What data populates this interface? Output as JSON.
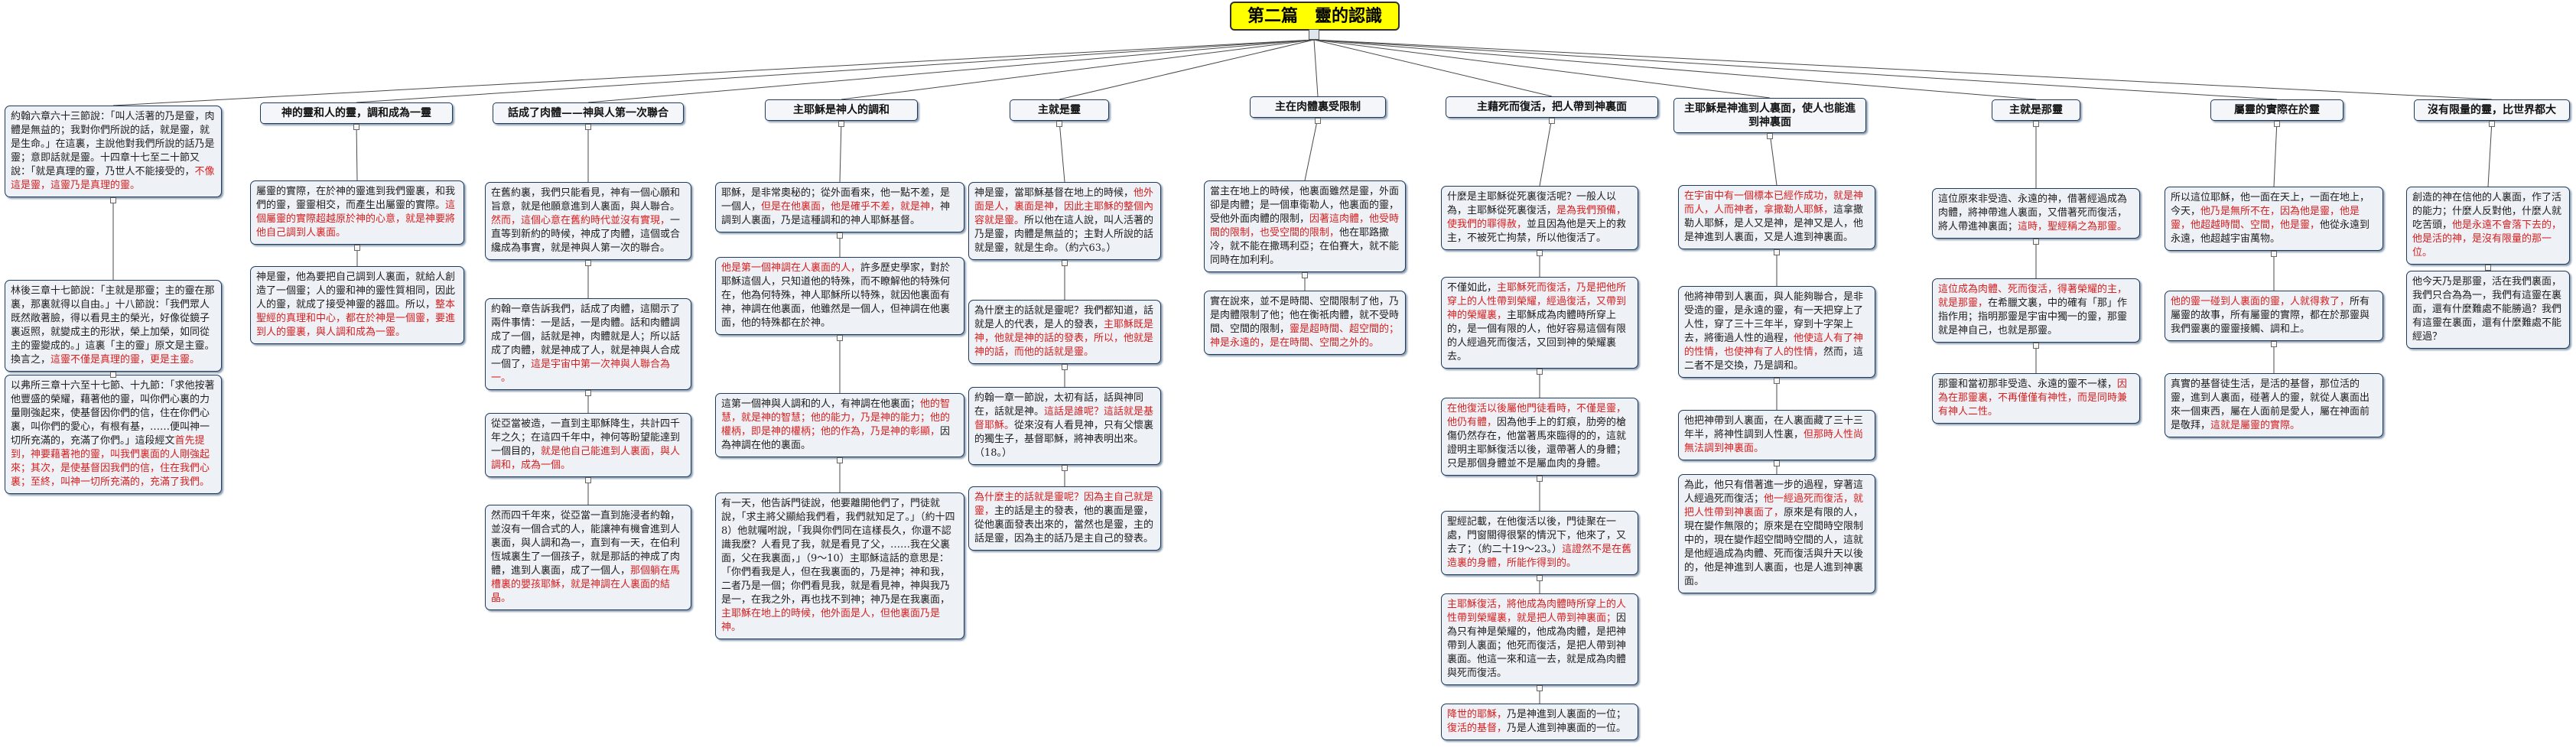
{
  "title": "第二篇　靈的認識",
  "branches": [
    {
      "notes": [
        {
          "segments": [
            {
              "t": "約翰六章六十三節說：「叫人活著的乃是靈，肉體是無益的；我對你們所說的話，就是靈，就是生命。」在這裏，主說他對我們所說的話乃是靈；意即話就是靈。十四章十七至二十節又說：「就是真理的靈，乃世人不能接受的，"
            },
            {
              "t": "不像這是靈，這靈乃是真理的靈。",
              "r": true
            }
          ]
        },
        {
          "segments": [
            {
              "t": "林後三章十七節說：「主就是那靈；主的靈在那裏，那裏就得以自由。」十八節說：「我們眾人既然敞著臉，得以看見主的榮光，好像從鏡子裏返照，就變成主的形狀，榮上加榮，如同從主的靈變成的。」這裏「主的靈」原文是主靈。換言之，"
            },
            {
              "t": "這靈不僅是真理的靈，更是主靈。",
              "r": true
            }
          ]
        },
        {
          "segments": [
            {
              "t": "以弗所三章十六至十七節、十九節：「求他按著他豐盛的榮耀，藉著他的靈，叫你們心裏的力量剛強起來，使基督因你們的信，住在你們心裏，叫你們的愛心，有根有基，……便叫神一切所充滿的，充滿了你們。」這段經文"
            },
            {
              "t": "首先提到，神要藉著祂的靈，叫我們裏面的人剛強起來；其次，是使基督因我們的信，住在我們心裏；至終，叫神一切所充滿的，充滿了我們。",
              "r": true
            }
          ]
        }
      ]
    },
    {
      "heading": "神的靈和人的靈，調和成為一靈",
      "notes": [
        {
          "segments": [
            {
              "t": "屬靈的實際，在於神的靈進到我們靈裏，和我們的靈，靈靈相交，而產生出屬靈的實際。"
            },
            {
              "t": "這個屬靈的實際超越原於神的心意，就是神要將他自己調到人裏面。",
              "r": true
            }
          ]
        },
        {
          "segments": [
            {
              "t": "神是靈，他為要把自己調到人裏面，就給人創造了一個靈；人的靈和神的靈性質相同，因此人的靈，就成了接受神靈的器皿。所以，"
            },
            {
              "t": "整本聖經的真理和中心，都在於神是一個靈，要進到人的靈裏，與人調和成為一靈。",
              "r": true
            }
          ]
        }
      ]
    },
    {
      "heading": "話成了肉體——神與人第一次聯合",
      "notes": [
        {
          "segments": [
            {
              "t": "在舊約裏，我們只能看見，神有一個心願和旨意，就是他願意進到人裏面，與人聯合。"
            },
            {
              "t": "然而，這個心意在舊約時代並沒有實現，",
              "r": true
            },
            {
              "t": "一直等到新約的時候，神成了肉體，這個或合纔成為事實，就是神與人第一次的聯合。"
            }
          ]
        },
        {
          "segments": [
            {
              "t": "約翰一章告訴我們，話成了肉體，這關示了兩件事情：一是話，一是肉體。話和肉體調成了一個，話就是神，肉體就是人；所以話成了肉體，就是神成了人，就是神與人合成一個了，"
            },
            {
              "t": "這是宇宙中第一次神與人聯合為一。",
              "r": true
            }
          ]
        },
        {
          "segments": [
            {
              "t": "從亞當被造，一直到主耶穌降生，共計四千年之久；在這四千年中，神何等盼望能達到一個目的，"
            },
            {
              "t": "就是他自己能進到人裏面，與人調和，成為一個。",
              "r": true
            }
          ]
        },
        {
          "segments": [
            {
              "t": "然而四千年來，從亞當一直到施浸者約翰，並沒有一個合式的人，能讓神有機會進到人裏面，與人調和為一，直到有一天，在伯利恆城裏生了一個孩子，就是那話的神成了肉體，進到人裏面，成了一個人，"
            },
            {
              "t": "那個躺在馬槽裏的嬰孩耶穌，就是神調在人裏面的結晶。",
              "r": true
            }
          ]
        }
      ]
    },
    {
      "heading": "主耶穌是神人的調和",
      "notes": [
        {
          "segments": [
            {
              "t": "耶穌，是非常奧秘的；從外面看來，他一點不差，是一個人，"
            },
            {
              "t": "但是在他裏面，他是確乎不差，就是神，",
              "r": true
            },
            {
              "t": "神調到人裏面，乃是這種調和的神人耶穌基督。"
            }
          ]
        },
        {
          "segments": [
            {
              "t": "他是第一個神調在人裏面的人，",
              "r": true
            },
            {
              "t": "許多歷史學家，對於耶穌這個人，只知道他的特殊，而不瞭解他的特殊何在，他為何特殊，神人耶穌所以特殊，就因他裏面有神，神調在他裏面，他雖然是一個人，但神調在他裏面，他的特殊都在於神。"
            }
          ]
        },
        {
          "segments": [
            {
              "t": "這第一個神與人調和的人，有神調在他裏面；"
            },
            {
              "t": "他的智慧，就是神的智慧；他的能力，乃是神的能力；他的權柄，即是神的權柄；他的作為，乃是神的彰顯，",
              "r": true
            },
            {
              "t": "因為神調在他的裏面。"
            }
          ]
        },
        {
          "segments": [
            {
              "t": "有一天，他告訴門徒說，他要離開他們了，門徒就說，「求主將父顯給我們看，我們就知足了。」（約十四8）他就囑咐說，「我與你們同在這樣長久，你還不認識我麼？人看見了我，就是看見了父，……我在父裏面，父在我裏面，」（9～10）主耶穌這話的意思是：「你們看我是人，但在我裏面的，乃是神；神和我，二者乃是一個；你們看見我，就是看見神，神與我乃是一，在我之外，再也找不到神；神乃是在我裏面，"
            },
            {
              "t": "主耶穌在地上的時候，他外面是人，但他裏面乃是神。",
              "r": true
            }
          ]
        }
      ]
    },
    {
      "heading": "主就是靈",
      "notes": [
        {
          "segments": [
            {
              "t": "神是靈，當耶穌基督在地上的時候，"
            },
            {
              "t": "他外面是人，裏面是神，因此主耶穌的整個內容就是靈。",
              "r": true
            },
            {
              "t": "所以他在這人說，叫人活著的乃是靈，肉體是無益的；主對人所說的話就是靈，就是生命。（約六63。）"
            }
          ]
        },
        {
          "segments": [
            {
              "t": "為什麼主的話就是靈呢？我們都知道，話就是人的代表，是人的發表，"
            },
            {
              "t": "主耶穌既是神，他就是神的話的發表，所以，他就是神的話，而他的話就是靈。",
              "r": true
            }
          ]
        },
        {
          "segments": [
            {
              "t": "約翰一章一節說，太初有話，話與神同在，話就是神。"
            },
            {
              "t": "這話是誰呢？這話就是基督耶穌。",
              "r": true
            },
            {
              "t": "從來沒有人看見神，只有父懷裏的獨生子，基督耶穌，將神表明出來。（18。）"
            }
          ]
        },
        {
          "segments": [
            {
              "t": "為什麼主的話就是靈呢？因為主自己就是靈，",
              "r": true
            },
            {
              "t": "主的話是主的發表，他的裏面是靈，從他裏面發表出來的，當然也是靈，主的話是靈，因為主的話乃是主自己的發表。"
            }
          ]
        }
      ]
    },
    {
      "heading": "主在肉體裏受限制",
      "notes": [
        {
          "segments": [
            {
              "t": "當主在地上的時候，他裏面雖然是靈，外面卻是肉體；是一個車衛勒人，他裏面的靈，受他外面肉體的限制，"
            },
            {
              "t": "因著這肉體，他受時間的限制，也受空間的限制，",
              "r": true
            },
            {
              "t": "他在耶路撒冷，就不能在撒瑪利亞；在伯賽大，就不能同時在加利利。"
            }
          ]
        },
        {
          "segments": [
            {
              "t": "實在說來，並不是時間、空間限制了他，乃是肉體限制了他；他在衡祇肉體，就不受時間、空間的限制，"
            },
            {
              "t": "靈是超時間、超空間的；神是永遠的，是在時間、空間之外的。",
              "r": true
            }
          ]
        }
      ]
    },
    {
      "heading": "主藉死而復活，把人帶到神裏面",
      "notes": [
        {
          "segments": [
            {
              "t": "什麼是主耶穌從死裏復活呢？一般人以為，主耶穌從死裏復活，"
            },
            {
              "t": "是為我們預備，使我們的罪得赦，",
              "r": true
            },
            {
              "t": "並且因為他是天上的救主，不被死亡拘禁，所以他復活了。"
            }
          ]
        },
        {
          "segments": [
            {
              "t": "不僅如此，"
            },
            {
              "t": "主耶穌死而復活，乃是把他所穿上的人性帶到榮耀，經過復活，又帶到神的榮耀裏，",
              "r": true
            },
            {
              "t": "主耶穌成為肉體時所穿上的，是一個有限的人，他好容易這個有限的人經過死而復活，又回到神的榮耀裏去。"
            }
          ]
        },
        {
          "segments": [
            {
              "t": "在他復活以後屬他門徒看時，不僅是靈，他仍有體，",
              "r": true
            },
            {
              "t": "因為他手上的釘痕，肋旁的槍傷仍然存在，他當著馬來臨得的的，這就證明主耶穌復活以後，還帶著人的身體；只是那個身體並不是屬血肉的身體。"
            }
          ]
        },
        {
          "segments": [
            {
              "t": "聖經記載，在他復活以後，門徒聚在一處，門窗關得很緊的情況下，他來了，又去了；（約二十19～23。）"
            },
            {
              "t": "這證然不是在舊造裏的身體，所能作得到的。",
              "r": true
            }
          ]
        },
        {
          "segments": [
            {
              "t": "主耶穌復活，將他成為肉體時所穿上的人性帶到榮耀裏，就是把人帶到神裏面；",
              "r": true
            },
            {
              "t": "因為只有神是榮耀的，他成為肉體，是把神帶到人裏面；他死而復活，是把人帶到神裏面。他這一來和這一去，就是成為肉體與死而復活。"
            }
          ]
        },
        {
          "segments": [
            {
              "t": "降世的耶穌，",
              "r": true
            },
            {
              "t": "乃是神進到人裏面的一位；"
            },
            {
              "t": "復活的基督，",
              "r": true
            },
            {
              "t": "乃是人進到神裏面的一位。"
            }
          ]
        }
      ]
    },
    {
      "heading": "主耶穌是神進到人裏面，使人也能進到神裏面",
      "notes": [
        {
          "segments": [
            {
              "t": "在宇宙中有一個標本已經作成功，就是神而人，人而神者，拿撒勒人耶穌，",
              "r": true
            },
            {
              "t": "這拿撒勒人耶穌，是人又是神，是神又是人，他是神進到人裏面，又是人進到神裏面。"
            }
          ]
        },
        {
          "segments": [
            {
              "t": "他將神帶到人裏面，與人能夠聯合，是非受造的靈，是永遠的靈，有一天把穿上了人性，穿了三十三年半，穿到十字架上去，將衝過人性的過程，"
            },
            {
              "t": "他使這人有了神的性情，也使神有了人的性情，",
              "r": true
            },
            {
              "t": "然而，這二者不是交換，乃是調和。"
            }
          ]
        },
        {
          "segments": [
            {
              "t": "他把神帶到人裏面，在人裏面藏了三十三年半，將神性調到人性裏，"
            },
            {
              "t": "但那時人性尚無法調到神裏面。",
              "r": true
            }
          ]
        },
        {
          "segments": [
            {
              "t": "為此，他只有借著進一步的過程，穿著這人經過死而復活；"
            },
            {
              "t": "他一經過死而復活，就把人性帶到神裏面了，",
              "r": true
            },
            {
              "t": "原來是有限的人，現在變作無限的；原來是在空間時空限制中的，現在變作超空間時空間的人，這就是他經過成為肉體、死而復活與升天以後的，他是神進到人裏面，也是人進到神裏面。"
            }
          ]
        }
      ]
    },
    {
      "heading": "主就是那靈",
      "notes": [
        {
          "segments": [
            {
              "t": "這位原來非受造、永遠的神，借著經過成為肉體，將神帶進人裏面，又借著死而復活，將人帶進神裏面；"
            },
            {
              "t": "這時，聖經稱之為那靈。",
              "r": true
            }
          ]
        },
        {
          "segments": [
            {
              "t": "這位成為肉體、死而復活，得著榮耀的主，就是那靈，",
              "r": true
            },
            {
              "t": "在希臘文裏，中的確有「那」作指作用；指明那靈是宇宙中獨一的靈，那靈就是神自己，也就是那靈。"
            }
          ]
        },
        {
          "segments": [
            {
              "t": "那靈和當初那非受造、永遠的靈不一樣，"
            },
            {
              "t": "因為在那靈裏，不再僅僅有神性，而是同時兼有神人二性。",
              "r": true
            }
          ]
        }
      ]
    },
    {
      "heading": "屬靈的實際在於靈",
      "notes": [
        {
          "segments": [
            {
              "t": "所以這位耶穌，他一面在天上，一面在地上，今天，"
            },
            {
              "t": "他乃是無所不在，因為他是靈，他是靈，他超越時間、空間，他是靈，",
              "r": true
            },
            {
              "t": "他從永遠到永遠，他超越宇宙萬物。"
            }
          ]
        },
        {
          "segments": [
            {
              "t": "他的靈一碰到人裏面的靈，人就得救了，",
              "r": true
            },
            {
              "t": "所有屬靈的故事，所有屬靈的實際，都在於那靈與我們靈裏的靈靈接觸、調和上。"
            }
          ]
        },
        {
          "segments": [
            {
              "t": "真實的基督徒生活，是活的基督，那位活的靈，進到人裏面，碰著人的靈，就從人裏面出來一個東西，屬在人面前是愛人，屬在神面前是敬拜，"
            },
            {
              "t": "這就是屬靈的實際。",
              "r": true
            }
          ]
        }
      ]
    },
    {
      "heading": "沒有限量的靈，比世界都大",
      "notes": [
        {
          "segments": [
            {
              "t": "創造的神在信他的人裏面，作了活的能力；什麼人反對他，什麼人就吃苦頭，"
            },
            {
              "t": "他是永遠不會落下去的，他是活的神，是沒有限量的那一位。",
              "r": true
            }
          ]
        },
        {
          "segments": [
            {
              "t": "他今天乃是那靈，活在我們裏面，我們只合為為一，我們有這靈在裏面，還有什麼難處不能勝過？我們有這靈在裏面，還有什麼難處不能經過？"
            }
          ]
        }
      ]
    }
  ]
}
